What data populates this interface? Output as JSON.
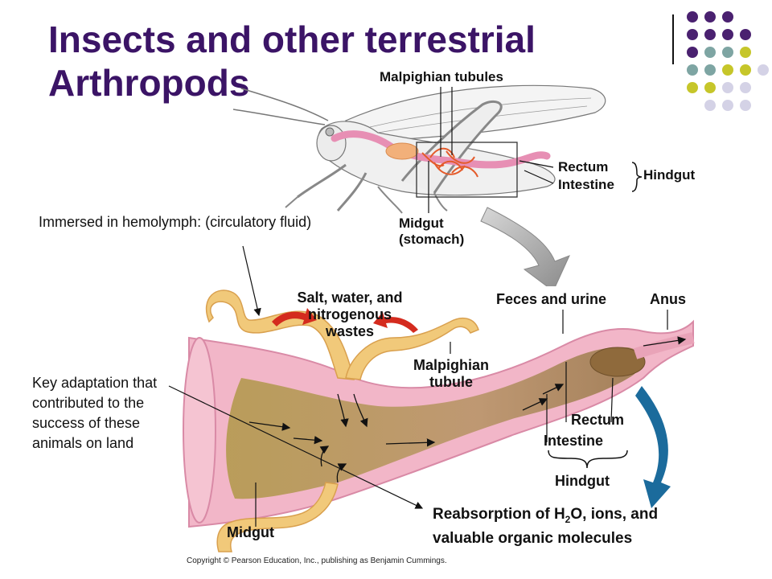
{
  "slide": {
    "title_line1": "Insects and other terrestrial",
    "title_line2": "Arthropods",
    "note_hemolymph": "Immersed in hemolymph: (circulatory fluid)",
    "note_adaptation": "Key adaptation that contributed to the success of these animals on land"
  },
  "top_figure": {
    "malpighian": "Malpighian tubules",
    "rectum": "Rectum",
    "intestine": "Intestine",
    "hindgut": "Hindgut",
    "midgut_line1": "Midgut",
    "midgut_line2": "(stomach)"
  },
  "detail_figure": {
    "salt_line1": "Salt, water, and",
    "salt_line2": "nitrogenous",
    "salt_line3": "wastes",
    "feces": "Feces and urine",
    "anus": "Anus",
    "malpighian_line1": "Malpighian",
    "malpighian_line2": "tubule",
    "rectum": "Rectum",
    "intestine": "Intestine",
    "hindgut": "Hindgut",
    "midgut": "Midgut",
    "reabsorption_prefix": "Reabsorption of H",
    "reabsorption_sub": "2",
    "reabsorption_suffix": "O, ions, and",
    "reabsorption_line2": "valuable organic molecules",
    "copyright": "Copyright © Pearson Education, Inc., publishing as Benjamin Cummings."
  },
  "colors": {
    "title": "#3b1466",
    "dot_purple": "#4a2170",
    "dot_teal": "#7ea5a3",
    "dot_olive": "#c6c62a",
    "dot_lavender": "#d4d2e6",
    "gut_pink": "#e9a3b8",
    "tubule_yellow": "#f1c97a",
    "arrow_red": "#d42b1e",
    "arrow_blue": "#1b6b9c"
  }
}
